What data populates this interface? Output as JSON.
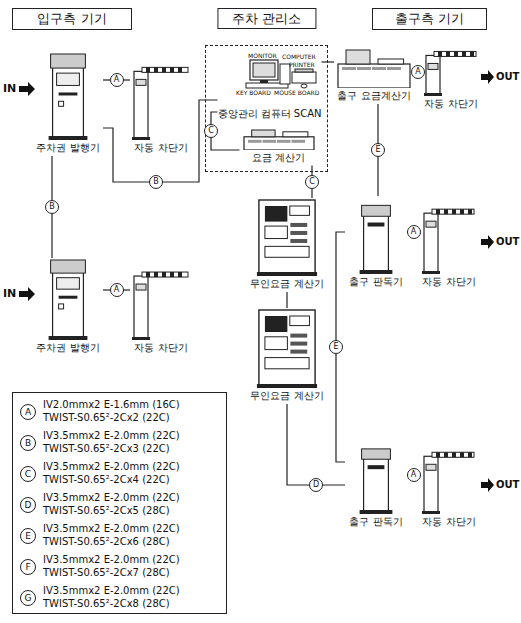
{
  "diagram": {
    "nodes": [
      {
        "text": [
          "입구측 기기"
        ]
      },
      {
        "text": [
          "주차 관리소"
        ]
      },
      {
        "text": [
          "출구측 기기"
        ]
      },
      {
        "text": [
          "주차권 발행기"
        ]
      },
      {
        "text": [
          "자동 차단기"
        ]
      },
      {
        "text": [
          "중앙관리 컴퓨터 SCAN"
        ],
        "in": 1
      },
      {
        "text": [
          "요금 계산기"
        ],
        "in": 1
      },
      {
        "text": [
          "출구 요금계산기"
        ]
      },
      {
        "text": [
          "자동 차단기"
        ]
      },
      {
        "text": [
          "주차권 발행기"
        ]
      },
      {
        "text": [
          "자동 차단기"
        ]
      },
      {
        "text": [
          "무인요금 계산기"
        ]
      },
      {
        "text": [
          "출구 판독기"
        ]
      },
      {
        "text": [
          "자동 차단기"
        ]
      },
      {
        "text": [
          "무인요금 계산기"
        ]
      },
      {
        "text": [
          "출구 판독기"
        ]
      },
      {
        "text": [
          "자동 차단기"
        ]
      }
    ],
    "edges": [
      {
        "from": 3,
        "to": 4,
        "label": "A",
        "arrow": "none"
      },
      {
        "from": 3,
        "to": 5,
        "label": "B",
        "arrow": "none"
      },
      {
        "from": 3,
        "to": 9,
        "label": "B",
        "arrow": "none"
      },
      {
        "from": 9,
        "to": 10,
        "label": "A",
        "arrow": "none"
      },
      {
        "from": 5,
        "to": 6,
        "label": "C",
        "arrow": "none"
      },
      {
        "from": 6,
        "to": 11,
        "label": "C",
        "arrow": "none"
      },
      {
        "from": 11,
        "to": 14,
        "arrow": "none"
      },
      {
        "from": 14,
        "to": 15,
        "label": "D",
        "arrow": "none"
      },
      {
        "from": 5,
        "to": 7,
        "arrow": "none"
      },
      {
        "from": 7,
        "to": 8,
        "label": "A",
        "arrow": "none"
      },
      {
        "from": 7,
        "to": 12,
        "label": "E",
        "arrow": "none"
      },
      {
        "from": 12,
        "to": 13,
        "label": "A",
        "arrow": "none"
      },
      {
        "from": 12,
        "to": 15,
        "label": "E",
        "arrow": "none"
      },
      {
        "from": 15,
        "to": 16,
        "label": "A",
        "arrow": "none"
      }
    ],
    "labels": [
      "IN",
      "IN",
      "OUT",
      "OUT",
      "OUT",
      "MONITOR",
      "COMPUTER",
      "PRINTER",
      "KEY BOARD",
      "MOUSE BOARD",
      "A",
      "IV2.0mmx2 E-1.6mm (16C)",
      "TWIST-S0.65²-2Cx2 (22C)",
      "B",
      "IV3.5mmx2 E-2.0mm (22C)",
      "TWIST-S0.65²-2Cx3 (22C)",
      "C",
      "IV3.5mmx2 E-2.0mm (22C)",
      "TWIST-S0.65²-2Cx4 (22C)",
      "D",
      "IV3.5mmx2 E-2.0mm (22C)",
      "TWIST-S0.65²-2Cx5 (28C)",
      "E",
      "IV3.5mmx2 E-2.0mm (22C)",
      "TWIST-S0.65²-2Cx6 (28C)",
      "F",
      "IV3.5mmx2 E-2.0mm (22C)",
      "TWIST-S0.65²-2Cx7 (28C)",
      "G",
      "IV3.5mmx2 E-2.0mm (22C)",
      "TWIST-S0.65²-2Cx8 (28C)"
    ]
  }
}
